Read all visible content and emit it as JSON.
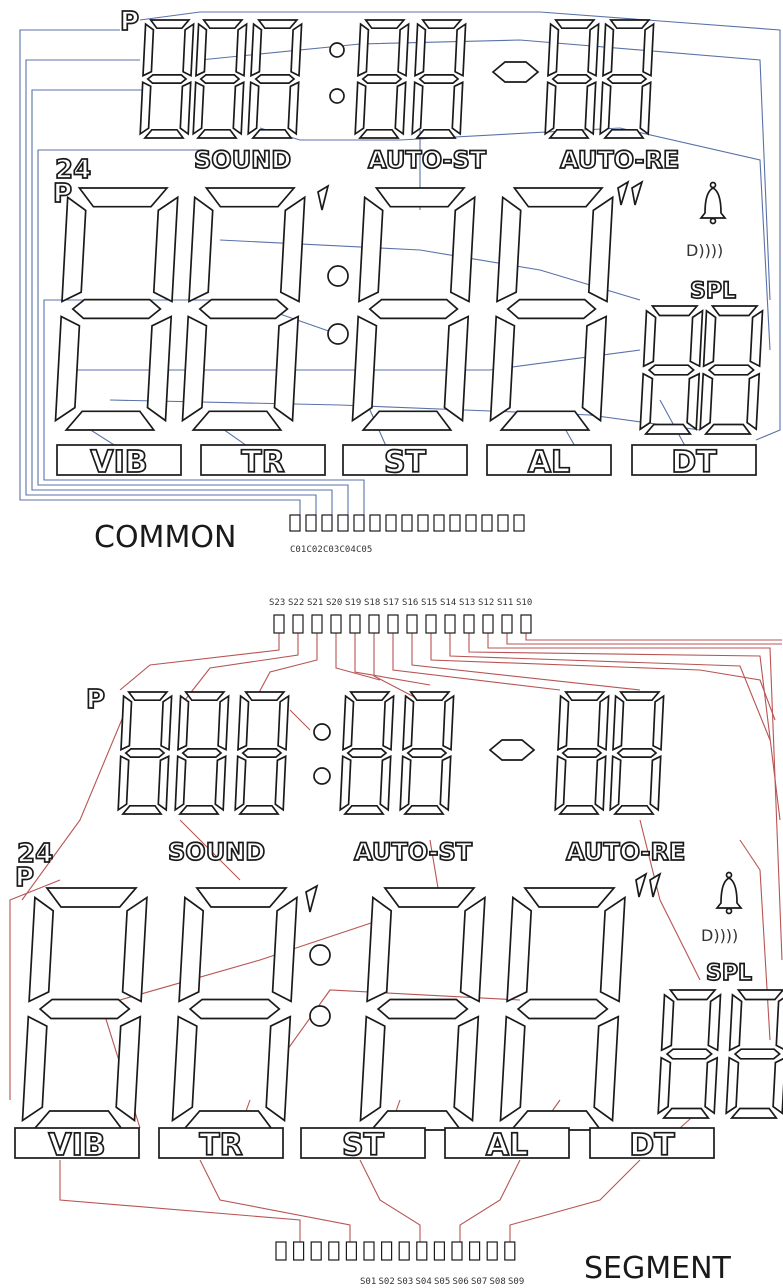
{
  "common_panel": {
    "indicators": {
      "p_top": "P",
      "h24": "24",
      "p_mid": "P",
      "sound": "SOUND",
      "auto_st": "AUTO-ST",
      "auto_re": "AUTO-RE",
      "spl": "SPL",
      "waves": "D))))"
    },
    "bottom_boxes": [
      "VIB",
      "TR",
      "ST",
      "AL",
      "DT"
    ],
    "connector_label": "COMMON",
    "pin_labels": [
      "C01",
      "C02",
      "C03",
      "C04",
      "C05"
    ]
  },
  "segment_panel": {
    "indicators": {
      "p_top": "P",
      "h24": "24",
      "p_mid": "P",
      "sound": "SOUND",
      "auto_st": "AUTO-ST",
      "auto_re": "AUTO-RE",
      "spl": "SPL",
      "waves": "D))))"
    },
    "bottom_boxes": [
      "VIB",
      "TR",
      "ST",
      "AL",
      "DT"
    ],
    "top_pin_labels": [
      "S23",
      "S22",
      "S21",
      "S20",
      "S19",
      "S18",
      "S17",
      "S16",
      "S15",
      "S14",
      "S13",
      "S12",
      "S11",
      "S10"
    ],
    "bottom_pin_labels": [
      "S01",
      "S02",
      "S03",
      "S04",
      "S05",
      "S06",
      "S07",
      "S08",
      "S09"
    ],
    "connector_label": "SEGMENT"
  },
  "colors": {
    "common_trace": "#5a72a8",
    "segment_trace": "#b85454",
    "outline": "#1a1a1a"
  }
}
